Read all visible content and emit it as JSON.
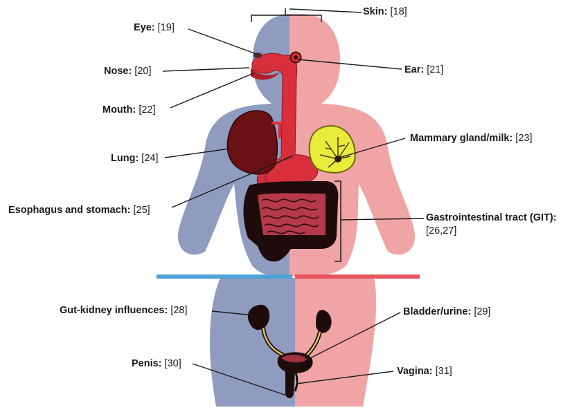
{
  "labels": {
    "skin": {
      "name": "Skin:",
      "ref": "[18]"
    },
    "eye": {
      "name": "Eye:",
      "ref": "[19]"
    },
    "nose": {
      "name": "Nose:",
      "ref": "[20]"
    },
    "ear": {
      "name": "Ear:",
      "ref": "[21]"
    },
    "mouth": {
      "name": "Mouth:",
      "ref": "[22]"
    },
    "mammary": {
      "name": "Mammary gland/milk:",
      "ref": "[23]"
    },
    "lung": {
      "name": "Lung:",
      "ref": "[24]"
    },
    "esophagus": {
      "name": "Esophagus and stomach:",
      "ref": "[25]"
    },
    "git": {
      "name": "Gastrointestinal tract (GIT):",
      "ref": "[26,27]"
    },
    "gutkidney": {
      "name": "Gut-kidney influences:",
      "ref": "[28]"
    },
    "bladder": {
      "name": "Bladder/urine:",
      "ref": "[29]"
    },
    "penis": {
      "name": "Penis:",
      "ref": "[30]"
    },
    "vagina": {
      "name": "Vagina:",
      "ref": "[31]"
    }
  },
  "colors": {
    "male_body": "#8f9cc0",
    "female_body": "#f1a4a6",
    "organ_red": "#d92f3c",
    "lung_dark": "#6b1116",
    "intestine_dark": "#1e0c0d",
    "mammary_yellow": "#e8ec3a",
    "divider_blue": "#4da2d8",
    "divider_red": "#e8555d",
    "leader_line": "#1a1a1a"
  },
  "icons": {
    "figure": "human-body-outline",
    "organs": [
      "eye",
      "ear",
      "mouth",
      "nose",
      "esophagus",
      "stomach",
      "lung",
      "mammary-gland",
      "intestine",
      "kidney",
      "ureter",
      "bladder",
      "penis",
      "vagina"
    ]
  }
}
